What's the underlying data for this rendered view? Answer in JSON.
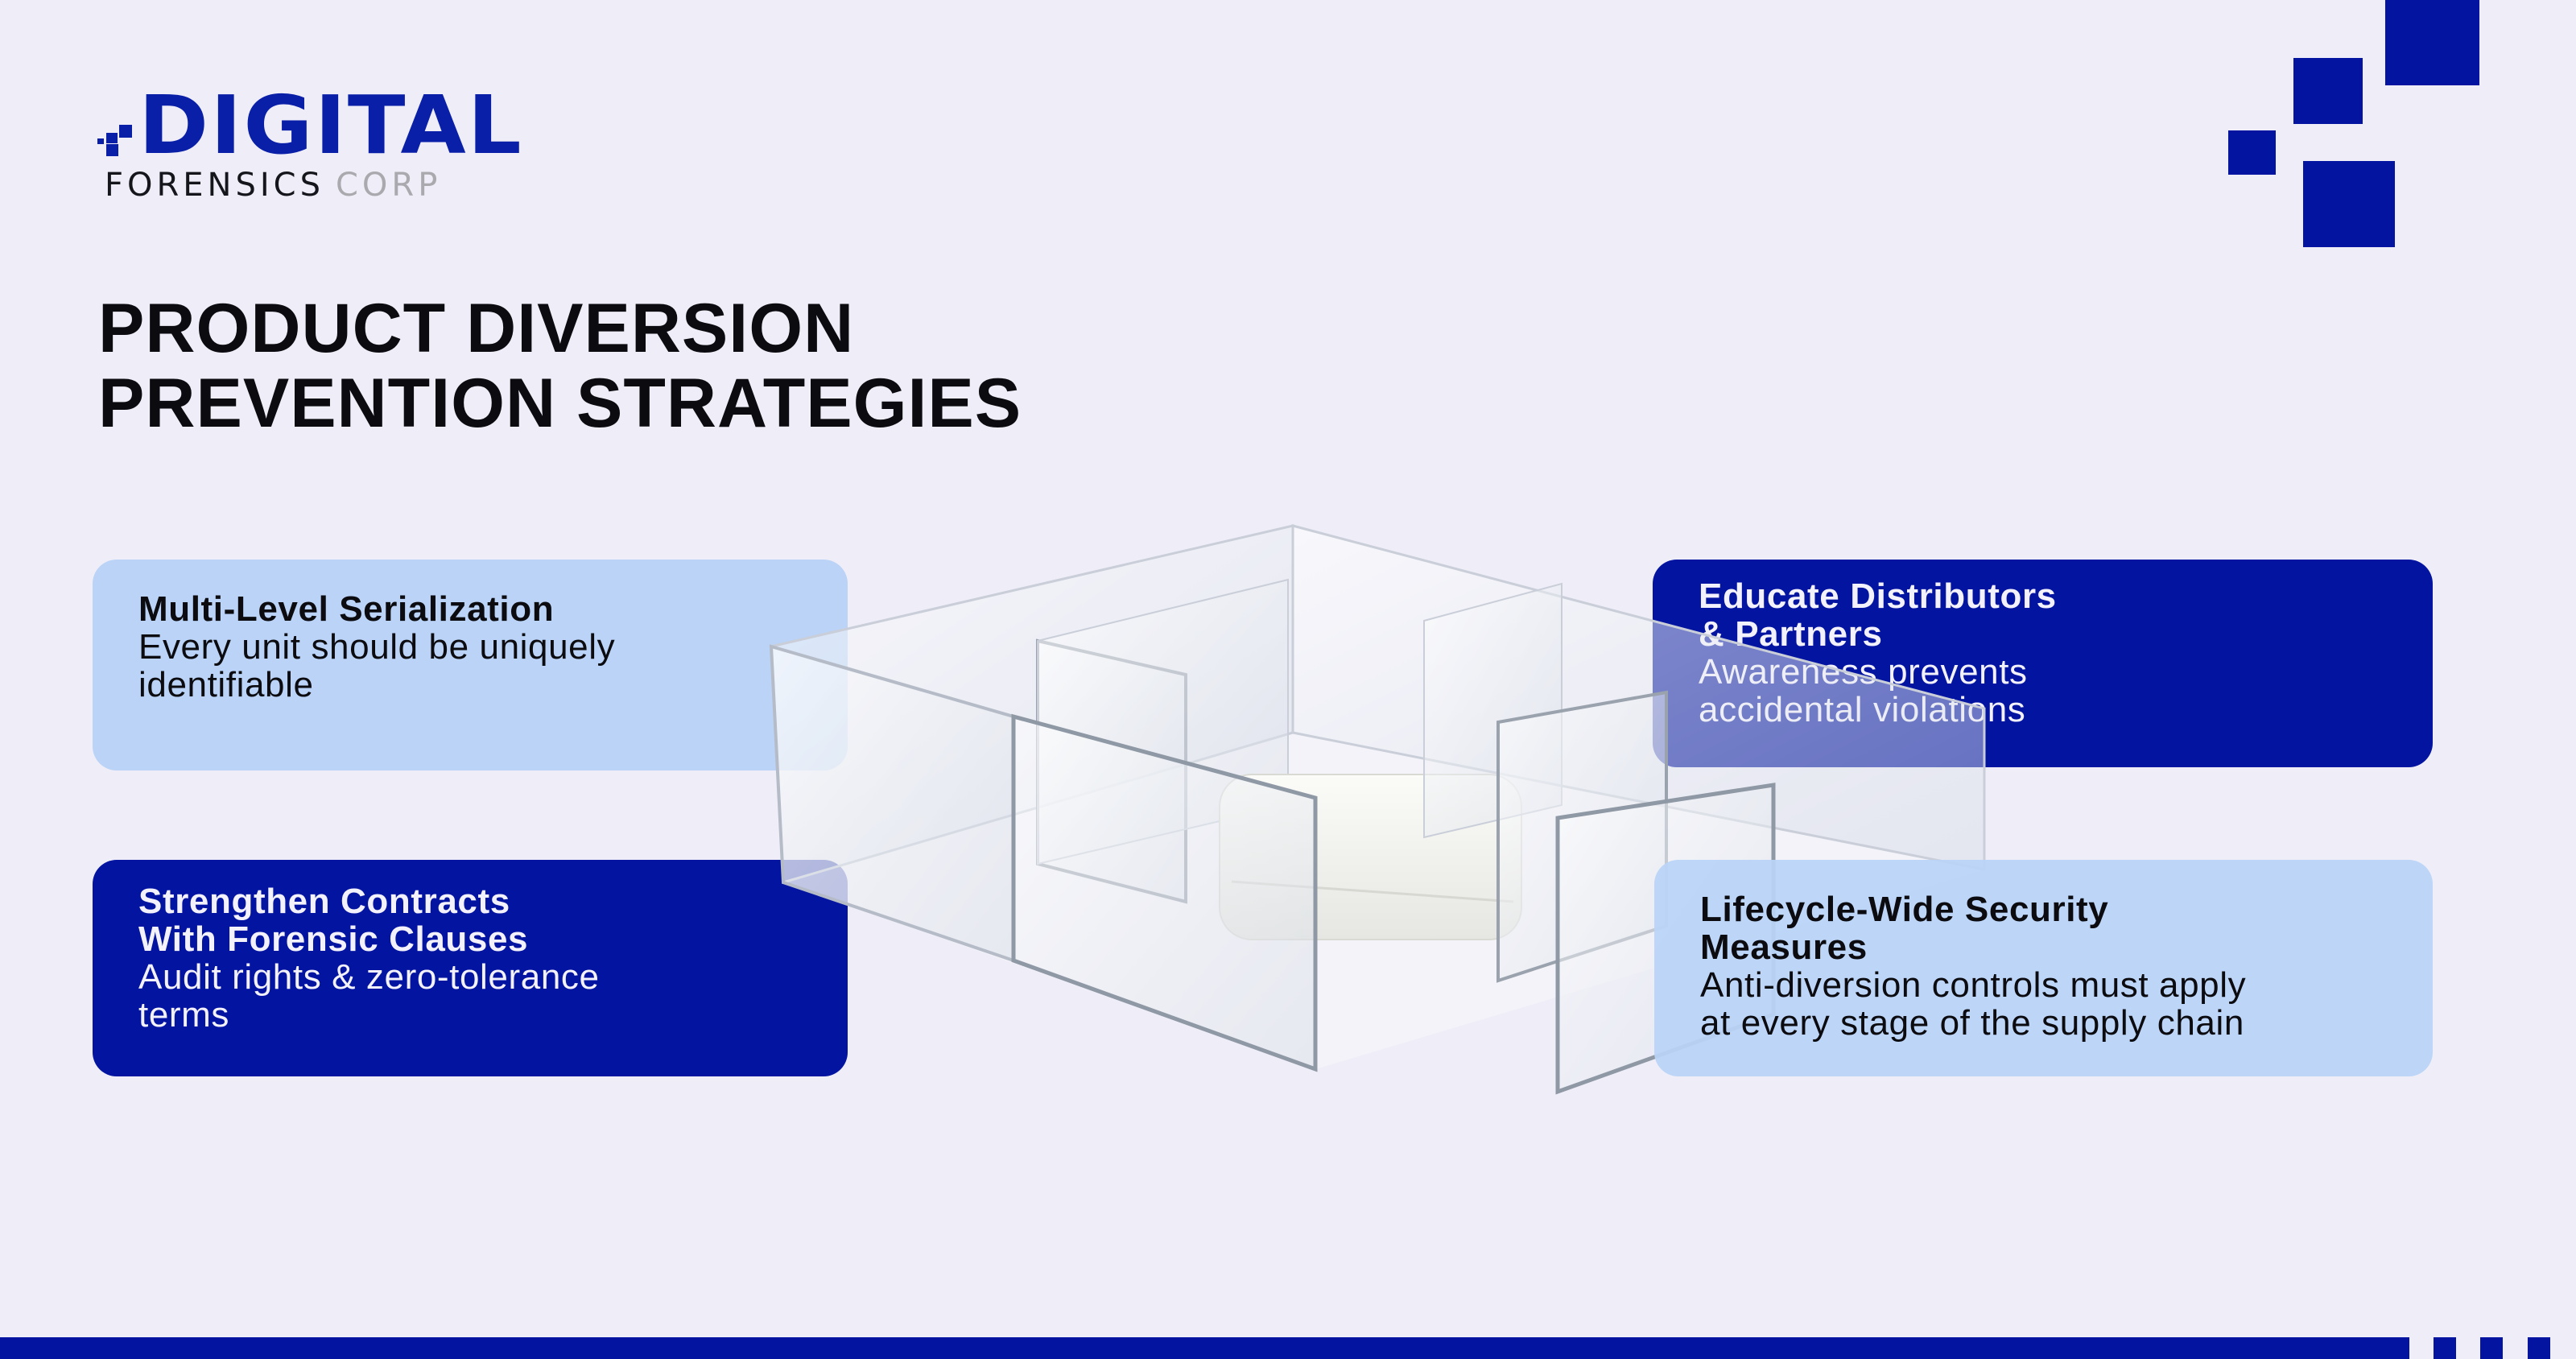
{
  "brand": {
    "logo_primary": "DIGITAL",
    "logo_secondary": "FORENSICS",
    "logo_tertiary": "CORP",
    "icon": "pixel-d-logo-icon"
  },
  "title": {
    "line1": "PRODUCT DIVERSION",
    "line2": "PREVENTION STRATEGIES"
  },
  "cards": [
    {
      "title": "Multi-Level Serialization",
      "body": "Every unit should be uniquely\nidentifiable",
      "style": "light"
    },
    {
      "title": "Educate Distributors\n& Partners",
      "body": "Awareness prevents\naccidental violations",
      "style": "dark"
    },
    {
      "title": "Strengthen Contracts\nWith Forensic Clauses",
      "body": "Audit rights & zero-tolerance\nterms",
      "style": "dark"
    },
    {
      "title": "Lifecycle-Wide Security\nMeasures",
      "body": "Anti-diversion controls must apply\nat every stage of the supply chain",
      "style": "light"
    }
  ],
  "illustration": {
    "icon": "glass-maze-with-product-box-icon"
  },
  "colors": {
    "background": "#EFEEF8",
    "brand_blue": "#0314A0",
    "light_blue": "#BAD3F6",
    "text_dark": "#0B0B10",
    "text_light": "#F3F1FB",
    "logo_gray": "#A9A9AE"
  }
}
